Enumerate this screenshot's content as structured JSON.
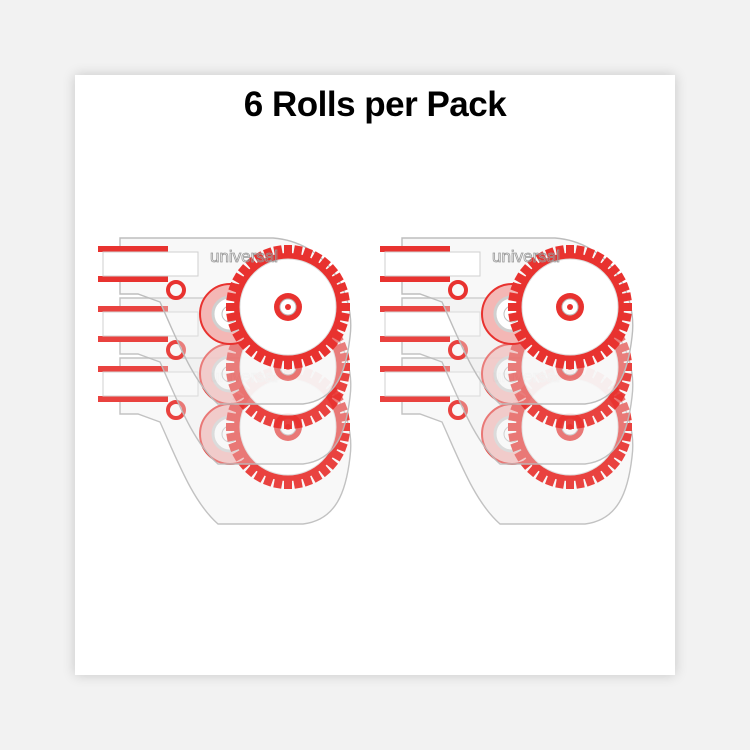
{
  "title": "6 Rolls per Pack",
  "product": {
    "brand_logo": "universal",
    "count": 6,
    "colors": {
      "accent": "#e8322f",
      "body": "#c8c8c8",
      "background": "#ffffff"
    }
  }
}
